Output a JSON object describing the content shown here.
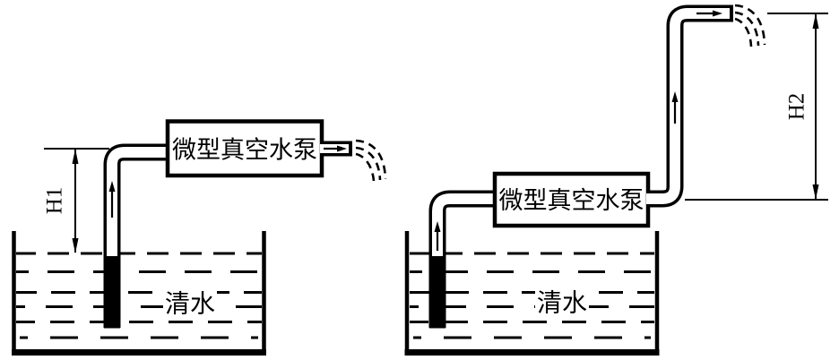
{
  "colors": {
    "line": "#000000",
    "background": "#ffffff"
  },
  "left_diagram": {
    "pump_label": "微型真空水泵",
    "water_label": "清水",
    "height_label": "H1"
  },
  "right_diagram": {
    "pump_label": "微型真空水泵",
    "water_label": "清水",
    "height_label": "H2"
  }
}
